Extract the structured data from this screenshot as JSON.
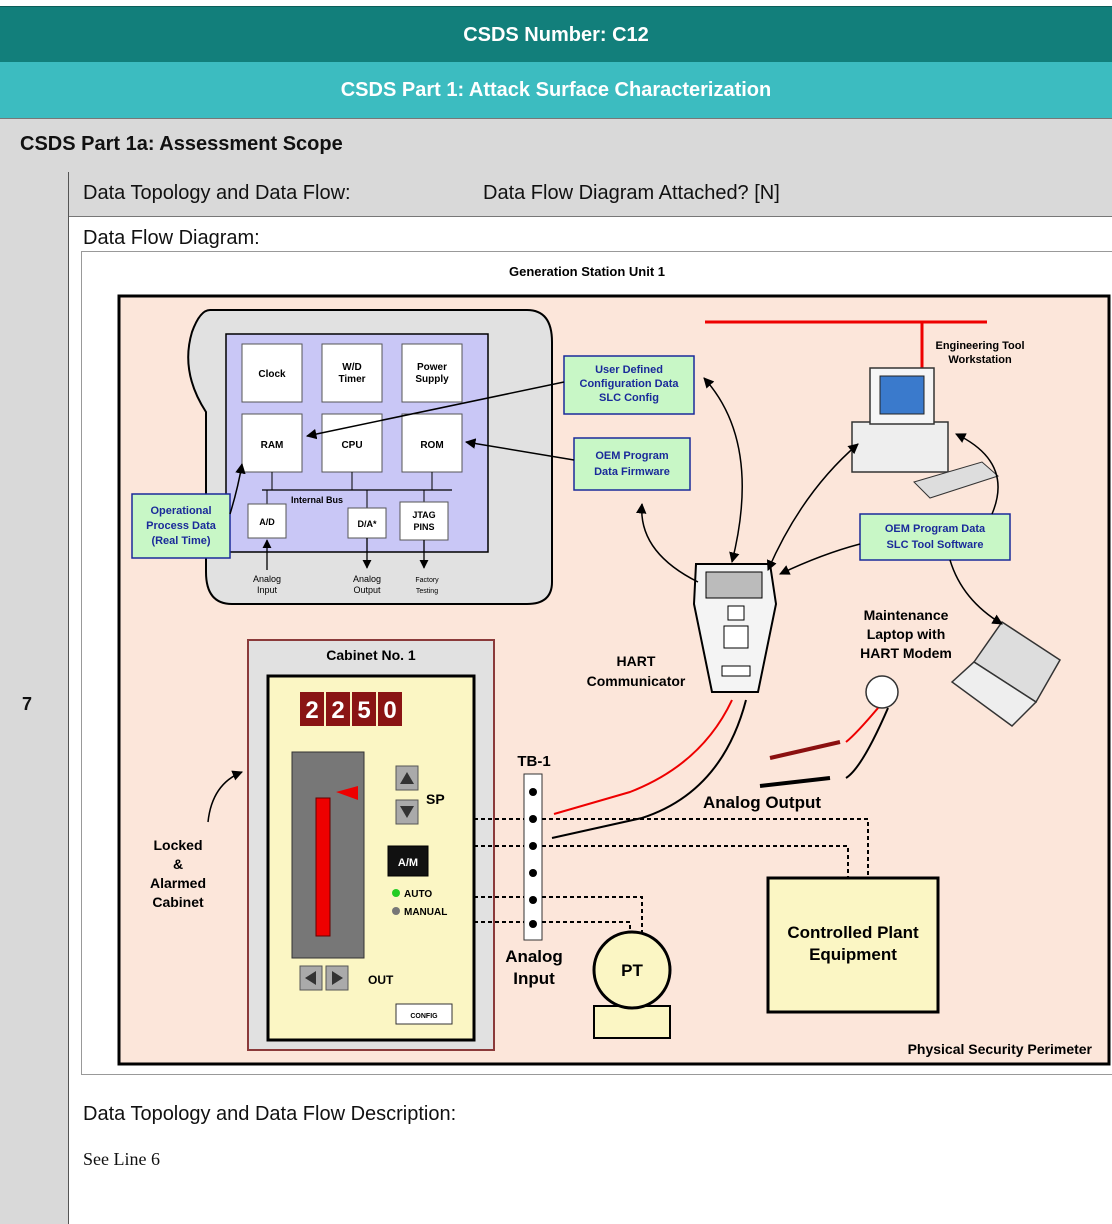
{
  "header": {
    "title": "CSDS Number: C12",
    "part": "CSDS Part 1: Attack Surface Characterization"
  },
  "section": {
    "scope": "CSDS Part 1a:  Assessment Scope",
    "line_number": "7"
  },
  "topology": {
    "label": "Data Topology and Data Flow:",
    "attached": "Data Flow Diagram Attached? [N]",
    "diagram_label": "Data Flow Diagram:",
    "desc_label": "Data Topology and Data Flow Description:",
    "desc_text": "See Line 6"
  },
  "diagram": {
    "title": "Generation Station Unit 1",
    "perimeter": "Physical Security Perimeter",
    "chip": {
      "clock": "Clock",
      "wd1": "W/D",
      "wd2": "Timer",
      "ps1": "Power",
      "ps2": "Supply",
      "ram": "RAM",
      "cpu": "CPU",
      "rom": "ROM",
      "bus": "Internal Bus",
      "ad": "A/D",
      "da": "D/A*",
      "jtag1": "JTAG",
      "jtag2": "PINS",
      "ai1": "Analog",
      "ai2": "Input",
      "ao1": "Analog",
      "ao2": "Output",
      "ft1": "Factory",
      "ft2": "Testing"
    },
    "boxes": {
      "udc1": "User Defined",
      "udc2": "Configuration Data",
      "udc3": "SLC Config",
      "oem1": "OEM Program",
      "oem2": "Data Firmware",
      "opd1": "Operational",
      "opd2": "Process Data",
      "opd3": "(Real Time)",
      "slc1": "OEM Program Data",
      "slc2": "SLC Tool Software"
    },
    "eng1": "Engineering Tool",
    "eng2": "Workstation",
    "hart1": "HART",
    "hart2": "Communicator",
    "ml1": "Maintenance",
    "ml2": "Laptop with",
    "ml3": "HART Modem",
    "cabinet": {
      "title": "Cabinet No. 1",
      "digits": [
        "2",
        "2",
        "5",
        "0"
      ],
      "sp": "SP",
      "am": "A/M",
      "auto": "AUTO",
      "manual": "MANUAL",
      "out": "OUT",
      "config": "CONFIG"
    },
    "lac1": "Locked",
    "lac2": "&",
    "lac3": "Alarmed",
    "lac4": "Cabinet",
    "tb": "TB-1",
    "analog_output": "Analog Output",
    "ai1": "Analog",
    "ai2": "Input",
    "pt": "PT",
    "cpe1": "Controlled Plant",
    "cpe2": "Equipment"
  }
}
